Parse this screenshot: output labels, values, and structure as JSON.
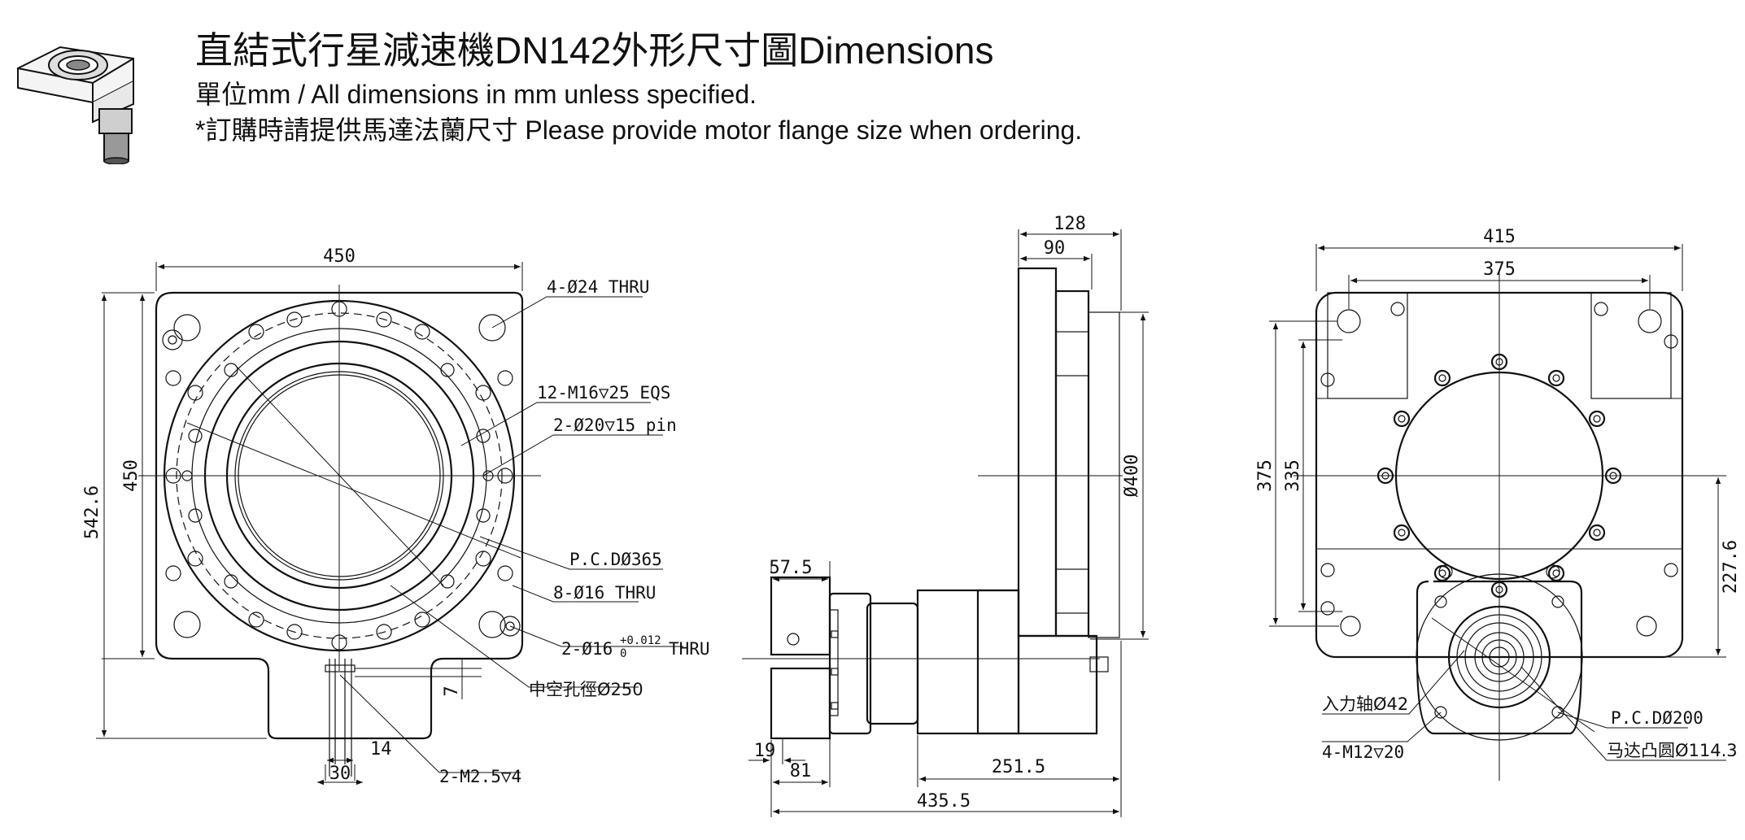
{
  "header": {
    "title": "直結式行星減速機DN142外形尺寸圖Dimensions",
    "units_note": "單位mm / All dimensions in mm unless specified.",
    "order_note": "*訂購時請提供馬達法蘭尺寸 Please provide motor flange size when ordering."
  },
  "front_view": {
    "width_top": "450",
    "height_inner": "450",
    "height_total": "542.6",
    "thru_holes": "4-Ø24 THRU",
    "tapped_holes": "12-M16▽25 EQS",
    "pin_holes": "2-Ø20▽15 pin",
    "pcd": "P.C.DØ365",
    "thru_holes_8": "8-Ø16 THRU",
    "pin_tol_prefix": "2-Ø16",
    "pin_tol_upper": "+0.012",
    "pin_tol_lower": "0",
    "pin_tol_suffix": "THRU",
    "hollow_bore": "中空孔徑Ø250",
    "small_taps": "2-M2.5▽4",
    "dim_7": "7",
    "dim_14": "14",
    "dim_30": "30"
  },
  "side_view": {
    "dim_128": "128",
    "dim_90": "90",
    "dim_d400": "Ø400",
    "dim_57_5": "57.5",
    "dim_19": "19",
    "dim_81": "81",
    "dim_251_5": "251.5",
    "dim_435_5": "435.5"
  },
  "rear_view": {
    "dim_415": "415",
    "dim_375_top": "375",
    "dim_375_left": "375",
    "dim_335": "335",
    "dim_227_6": "227.6",
    "input_shaft": "入力轴Ø42",
    "input_taps": "4-M12▽20",
    "pcd": "P.C.DØ200",
    "motor_boss": "马达凸圆Ø114.3"
  }
}
